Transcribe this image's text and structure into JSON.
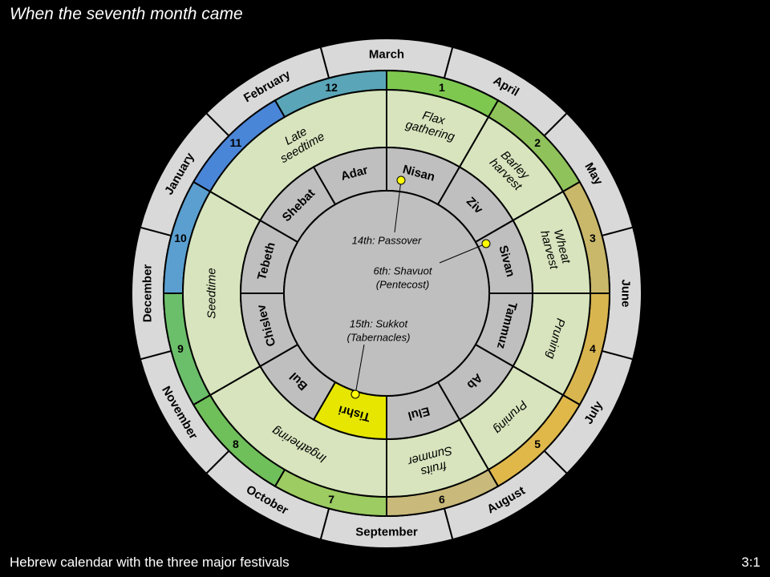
{
  "title": "When the seventh month came",
  "caption": "Hebrew calendar with the three major festivals",
  "slide_number": "3:1",
  "gregorian_months": [
    "March",
    "April",
    "May",
    "June",
    "July",
    "August",
    "September",
    "October",
    "November",
    "December",
    "January",
    "February"
  ],
  "month_numbers": [
    "1",
    "2",
    "3",
    "4",
    "5",
    "6",
    "7",
    "8",
    "9",
    "10",
    "11",
    "12"
  ],
  "seasons": [
    {
      "label": [
        "Flax",
        "gathering"
      ],
      "span": 1
    },
    {
      "label": [
        "Barley",
        "harvest"
      ],
      "span": 1
    },
    {
      "label": [
        "Wheat",
        "harvest"
      ],
      "span": 1
    },
    {
      "label": [
        "Pruning"
      ],
      "span": 1
    },
    {
      "label": [
        "Pruning"
      ],
      "span": 1
    },
    {
      "label": [
        "Summer",
        "fruits"
      ],
      "span": 1
    },
    {
      "label": [
        "Ingathering"
      ],
      "span": 2
    },
    {
      "label": [
        "Seedtime"
      ],
      "span": 2
    },
    {
      "label": [
        "Late",
        "seedtime"
      ],
      "span": 2
    }
  ],
  "hebrew_months": [
    "Nisan",
    "Ziv",
    "Sivan",
    "Tammuz",
    "Ab",
    "Elul",
    "Tishri",
    "Bul",
    "Chislev",
    "Tebeth",
    "Shebat",
    "Adar"
  ],
  "highlight_month": "Tishri",
  "festivals": [
    {
      "month": "Nisan",
      "lines": [
        "14th: Passover"
      ]
    },
    {
      "month": "Sivan",
      "lines": [
        "6th: Shavuot",
        "(Pentecost)"
      ]
    },
    {
      "month": "Tishri",
      "lines": [
        "15th: Sukkot",
        "(Tabernacles)"
      ]
    }
  ],
  "colors": {
    "background": "#000000",
    "outer_ring": "#d9d9d9",
    "season_ring": "#d7e4bd",
    "hebrew_ring": "#bfbfbf",
    "center": "#bfbfbf",
    "highlight": "#e6e600",
    "festival_dot": "#ffff00",
    "number_ring_green": "#7ec850",
    "number_ring_blue": "#4a86d8",
    "number_ring_gold": "#e3b84a"
  }
}
